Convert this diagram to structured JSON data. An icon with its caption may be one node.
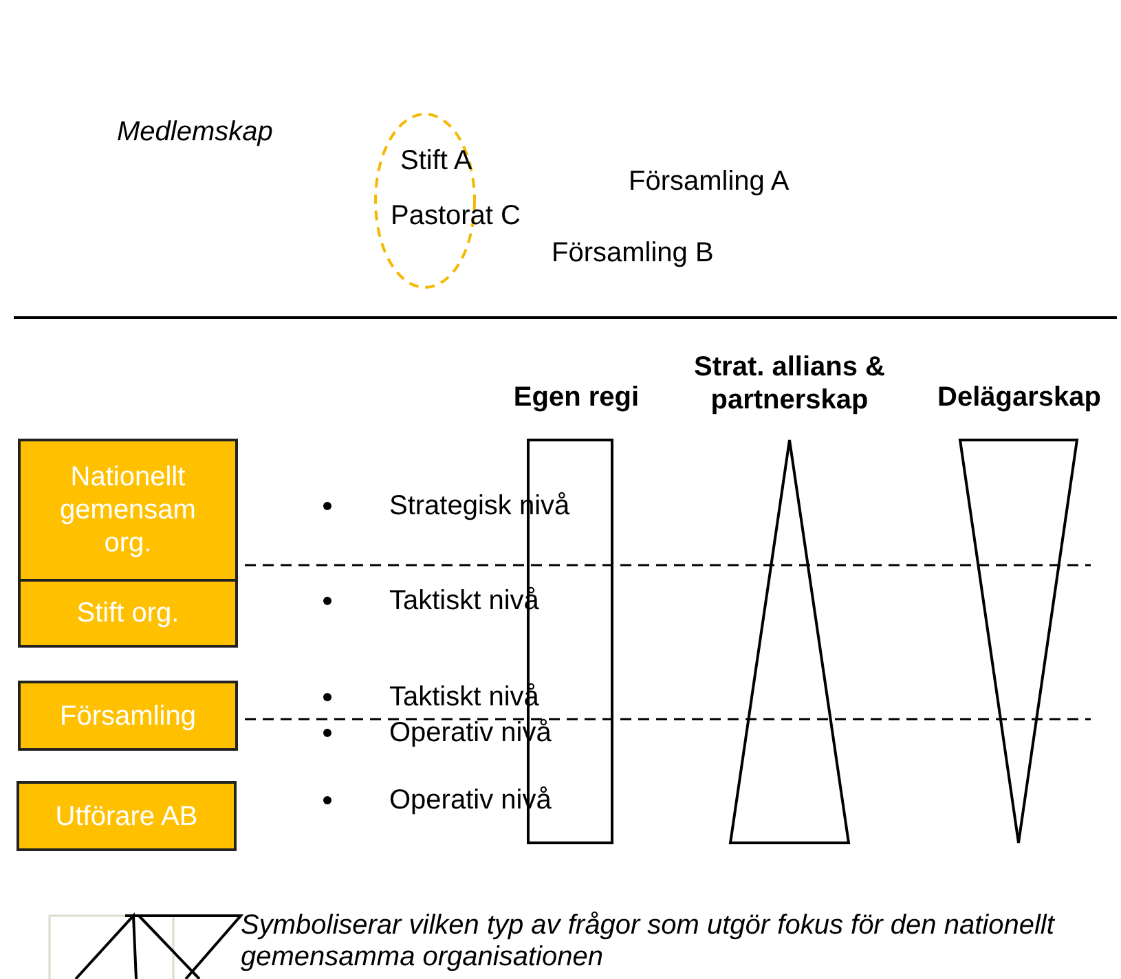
{
  "diagram": {
    "nodes": [
      {
        "text": [
          "Nationellt gemensam org."
        ]
      },
      {
        "text": [
          "Stift org."
        ]
      },
      {
        "text": [
          "Församling"
        ]
      },
      {
        "text": [
          "Utförare AB"
        ]
      },
      {
        "text": [
          "Egen regi"
        ]
      },
      {
        "text": [
          "Strat. allians & partnerskap"
        ]
      },
      {
        "text": [
          "Delägarskap"
        ]
      }
    ],
    "edges": [],
    "labels": [
      "Medlemskap",
      "Stift A",
      "Församling A",
      "Pastorat C",
      "Församling B",
      "Strategisk nivå",
      "Taktiskt nivå",
      "Taktiskt nivå",
      "Operativ nivå",
      "Operativ nivå",
      "Symboliserar vilken typ av frågor som utgör fokus för den nationellt gemensamma organisationen"
    ]
  }
}
